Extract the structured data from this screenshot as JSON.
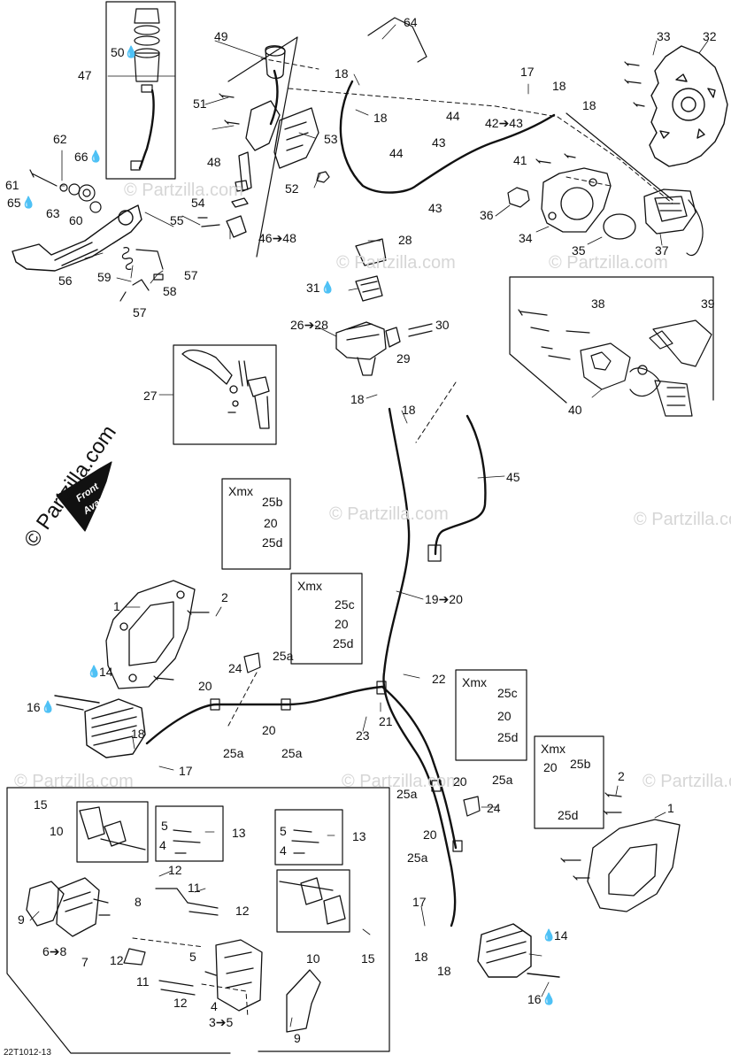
{
  "diagram_code": "22T1012-13",
  "watermark_main": "© Partzilla.com",
  "watermark_faint": "© Partzilla.com",
  "front_arrow": {
    "line1": "Front",
    "line2": "Avant"
  },
  "box_title": "Xmx",
  "colors": {
    "ink": "#111111",
    "watermark": "#d6d6d6"
  },
  "callouts": {
    "c64": "64",
    "c49": "49",
    "c50": "50",
    "c47": "47",
    "c18a": "18",
    "c18b": "18",
    "c17a": "17",
    "c18c": "18",
    "c18d": "18",
    "c33": "33",
    "c32": "32",
    "c51": "51",
    "c53": "53",
    "c44a": "44",
    "c42": "42➔43",
    "c43a": "43",
    "c44b": "44",
    "c43b": "43",
    "c41": "41",
    "c52": "52",
    "c62": "62",
    "c66": "66",
    "c61": "61",
    "c65": "65",
    "c63": "63",
    "c60": "60",
    "c48": "48",
    "c54": "54",
    "c55": "55",
    "c46": "46➔48",
    "c28": "28",
    "c36": "36",
    "c34": "34",
    "c35": "35",
    "c37": "37",
    "c56": "56",
    "c59": "59",
    "c57a": "57",
    "c58": "58",
    "c57b": "57",
    "c31": "31",
    "c38": "38",
    "c39": "39",
    "c26": "26➔28",
    "c30": "30",
    "c29": "29",
    "c27": "27",
    "c18e": "18",
    "c18f": "18",
    "c40": "40",
    "c45": "45",
    "c25b_a": "25b",
    "c20a": "20",
    "c25d_a": "25d",
    "c25c_a": "25c",
    "c20b": "20",
    "c25d_b": "25d",
    "c19": "19➔20",
    "c1a": "1",
    "c2a": "2",
    "c24a": "24",
    "c25a_a": "25a",
    "c14a": "14",
    "c20c": "20",
    "c22": "22",
    "c25c_b": "25c",
    "c20d": "20",
    "c25d_c": "25d",
    "c16a": "16",
    "c18g": "18",
    "c25a_b": "25a",
    "c20e": "20",
    "c25a_c": "25a",
    "c23": "23",
    "c21": "21",
    "c17b": "17",
    "c20f": "20",
    "c25b_b": "25b",
    "c25d_d": "25d",
    "c2b": "2",
    "c1b": "1",
    "c25a_d": "25a",
    "c20g": "20",
    "c25a_e": "25a",
    "c24b": "24",
    "c20h": "20",
    "c25a_f": "25a",
    "c15a": "15",
    "c10a": "10",
    "c5a": "5",
    "c4a": "4",
    "c13a": "13",
    "c5b": "5",
    "c4b": "4",
    "c13b": "13",
    "c12a": "12",
    "c11a": "11",
    "c9a": "9",
    "c8a": "8",
    "c12b": "12",
    "c6": "6➔8",
    "c7": "7",
    "c12c": "12",
    "c5c": "5",
    "c11b": "11",
    "c10b": "10",
    "c15b": "15",
    "c12d": "12",
    "c4c": "4",
    "c3": "3➔5",
    "c9b": "9",
    "c17c": "17",
    "c18h": "18",
    "c18i": "18",
    "c14b": "14",
    "c16b": "16"
  }
}
